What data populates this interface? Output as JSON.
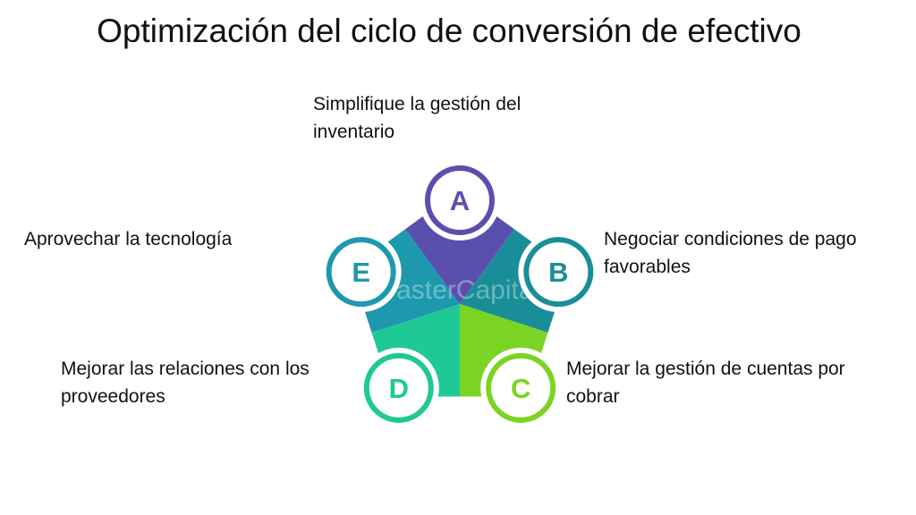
{
  "title": "Optimización del ciclo de conversión de efectivo",
  "items": [
    {
      "letter": "A",
      "label": "Simplifique la gestión del inventario",
      "color": "#5b4fae"
    },
    {
      "letter": "B",
      "label": "Negociar condiciones de pago favorables",
      "color": "#1a8e98"
    },
    {
      "letter": "C",
      "label": "Mejorar la gestión de cuentas por cobrar",
      "color": "#7bd424"
    },
    {
      "letter": "D",
      "label": "Mejorar las relaciones con los proveedores",
      "color": "#1ec995"
    },
    {
      "letter": "E",
      "label": "Aprovechar la tecnología",
      "color": "#1d98ad"
    }
  ],
  "watermark": "FasterCapital"
}
